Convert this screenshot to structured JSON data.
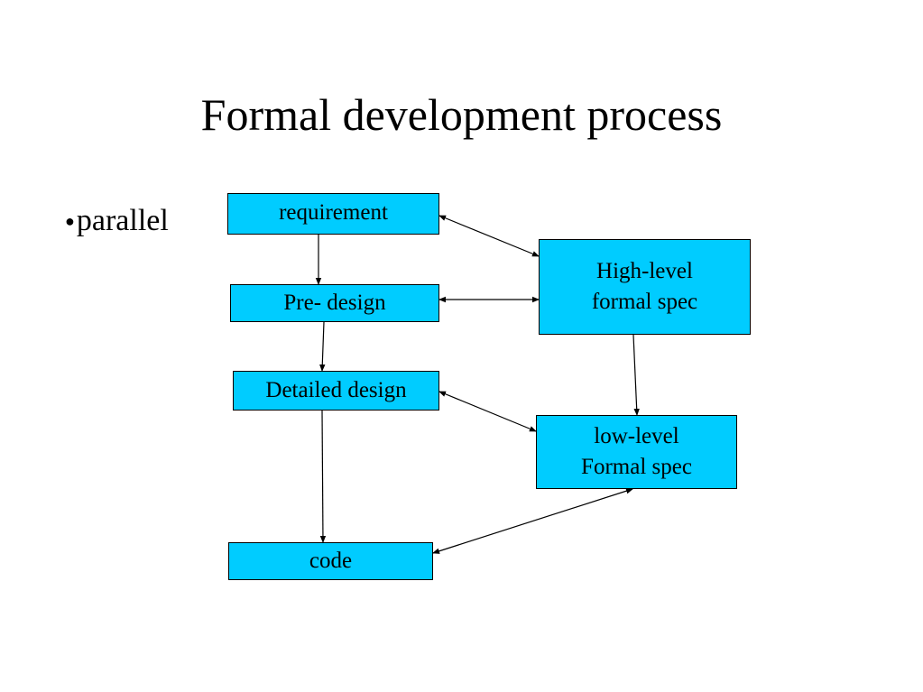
{
  "slide": {
    "title": "Formal development process",
    "bullet": "parallel"
  },
  "diagram": {
    "nodes": {
      "requirement": {
        "label": "requirement"
      },
      "pre_design": {
        "label": "Pre- design"
      },
      "detailed_design": {
        "label": "Detailed design"
      },
      "code": {
        "label": "code"
      },
      "high_level_spec": {
        "lines": [
          "High-level",
          "formal spec"
        ]
      },
      "low_level_spec": {
        "lines": [
          "low-level",
          "Formal spec"
        ]
      }
    },
    "edges": [
      {
        "from": "requirement",
        "to": "pre_design",
        "direction": "forward"
      },
      {
        "from": "pre_design",
        "to": "detailed_design",
        "direction": "forward"
      },
      {
        "from": "detailed_design",
        "to": "code",
        "direction": "forward"
      },
      {
        "from": "high_level_spec",
        "to": "low_level_spec",
        "direction": "forward"
      },
      {
        "from": "requirement",
        "to": "high_level_spec",
        "direction": "both"
      },
      {
        "from": "pre_design",
        "to": "high_level_spec",
        "direction": "both"
      },
      {
        "from": "detailed_design",
        "to": "low_level_spec",
        "direction": "both"
      },
      {
        "from": "code",
        "to": "low_level_spec",
        "direction": "both"
      }
    ],
    "colors": {
      "node_fill": "#00ccff",
      "node_border": "#000000",
      "arrow": "#000000"
    }
  }
}
